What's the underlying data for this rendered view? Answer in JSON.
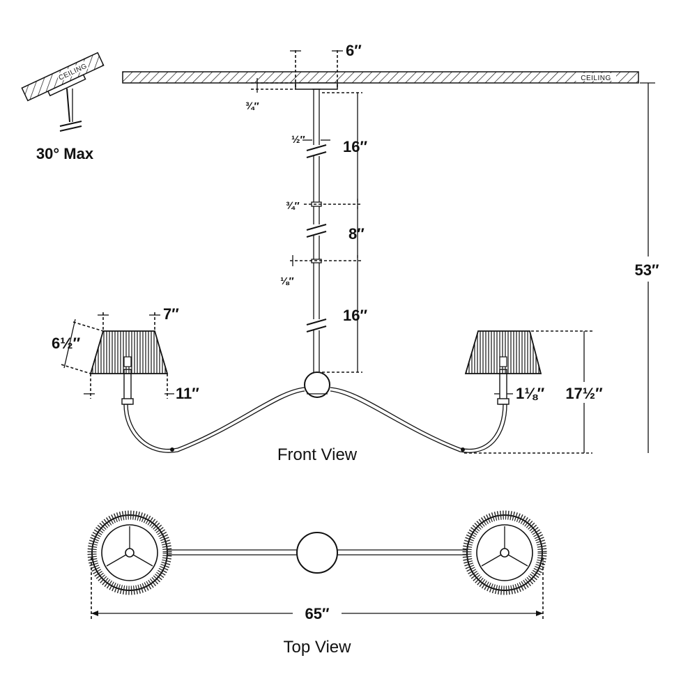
{
  "labels": {
    "ceiling": "CEILING",
    "slope_ceiling": "CEILING",
    "slope_max": "30° Max",
    "canopy_width": "6″",
    "canopy_height": "¾″",
    "rod_diameter": "½″",
    "rod_1_length": "16″",
    "coupler_1": "¾″",
    "rod_2_length": "8″",
    "coupler_2": "⅛″",
    "rod_3_length": "16″",
    "overall_height": "53″",
    "shade_top": "7″",
    "shade_height": "6½″",
    "shade_bottom": "11″",
    "socket_width": "1⅛″",
    "fixture_height": "17½″",
    "front_view": "Front View",
    "overall_width": "65″",
    "top_view": "Top View"
  }
}
